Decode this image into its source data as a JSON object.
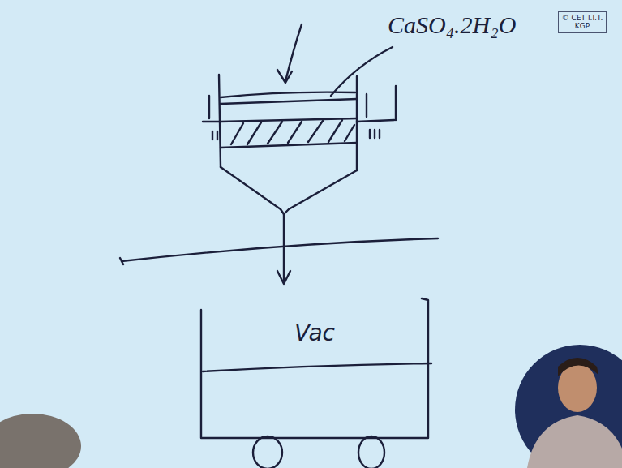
{
  "diagram": {
    "nodes": [
      {
        "text": [
          "Vac"
        ]
      }
    ],
    "labels": [
      "CaSO₄.2H₂O",
      "© CET I.I.T. KGP"
    ]
  }
}
